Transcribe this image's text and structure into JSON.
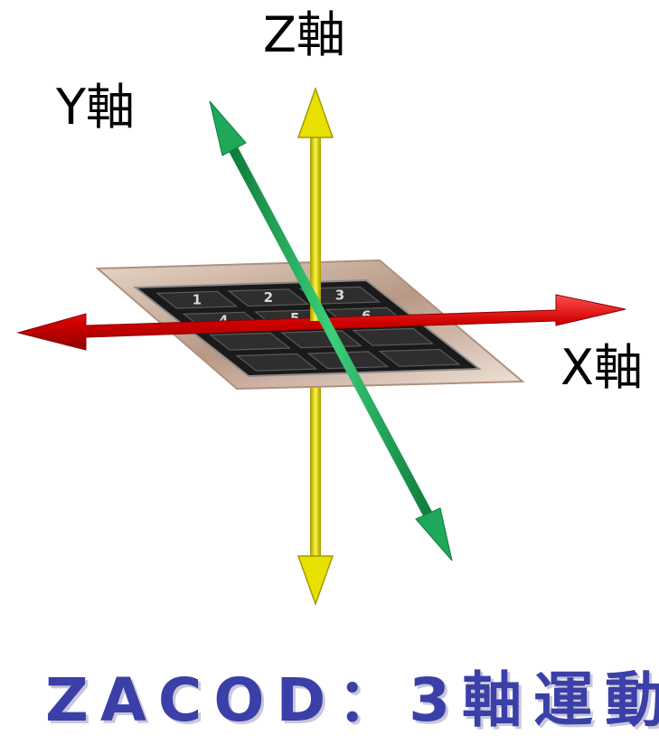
{
  "labels": {
    "z_axis": "Z軸",
    "y_axis": "Y軸",
    "x_axis": "X軸"
  },
  "keypad_keys": [
    "1",
    "2",
    "3",
    "4",
    "5",
    "6"
  ],
  "caption": "ZACOD：3軸運動",
  "colors": {
    "x_axis": "#e01818",
    "y_axis": "#1fa85a",
    "z_axis": "#e8e000",
    "caption": "#3b3fa8",
    "keypad_body": "#1a1a1a",
    "keypad_frame": "#c9a893"
  }
}
